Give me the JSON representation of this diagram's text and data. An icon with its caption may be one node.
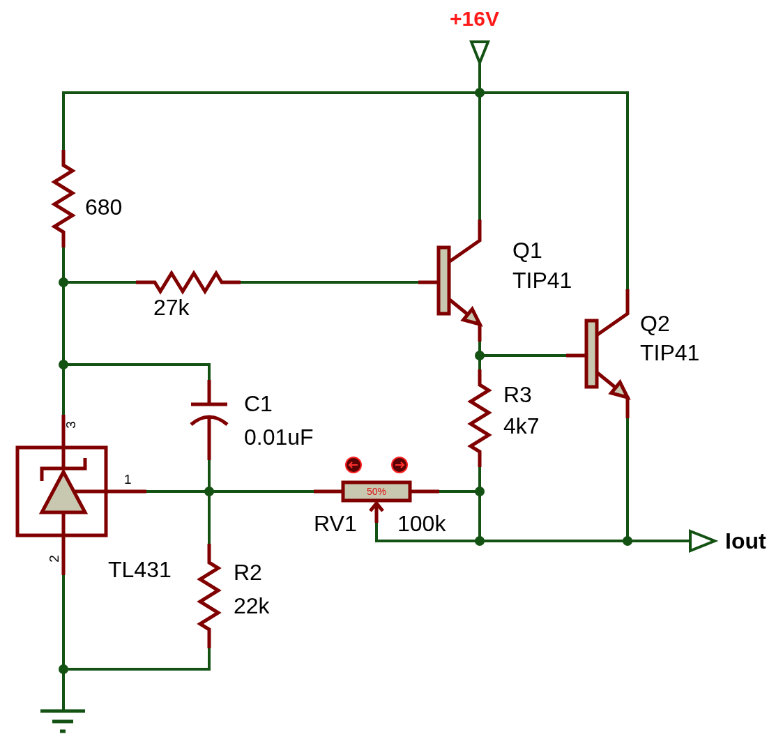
{
  "diagram": {
    "nodes": [
      {
        "text": [
          "+16V"
        ]
      },
      {
        "text": [
          "680"
        ]
      },
      {
        "text": [
          "27k"
        ]
      },
      {
        "text": [
          "Q1",
          "TIP41"
        ]
      },
      {
        "text": [
          "Q2",
          "TIP41"
        ]
      },
      {
        "text": [
          "C1",
          "0.01uF"
        ]
      },
      {
        "text": [
          "R3",
          "4k7"
        ]
      },
      {
        "text": [
          "TL431"
        ]
      },
      {
        "text": [
          "50%",
          "RV1",
          "100k"
        ]
      },
      {
        "text": [
          "Iout"
        ]
      },
      {
        "text": [
          "R2",
          "22k"
        ]
      },
      {
        "text": [],
        "shape": "ground"
      },
      {
        "text": [],
        "shape": "circle"
      },
      {
        "text": [],
        "shape": "circle"
      },
      {
        "text": [],
        "shape": "circle"
      },
      {
        "text": [],
        "shape": "circle"
      },
      {
        "text": [],
        "shape": "circle"
      },
      {
        "text": [],
        "shape": "circle"
      },
      {
        "text": [],
        "shape": "circle"
      },
      {
        "text": [],
        "shape": "circle"
      },
      {
        "text": [],
        "shape": "circle"
      }
    ],
    "edges": [
      {
        "from": 0,
        "to": 12,
        "arrow": "none"
      },
      {
        "from": 12,
        "to": 3,
        "arrow": "none"
      },
      {
        "from": 12,
        "to": 1,
        "arrow": "none"
      },
      {
        "from": 12,
        "to": 4,
        "arrow": "none"
      },
      {
        "from": 1,
        "to": 13,
        "arrow": "none"
      },
      {
        "from": 13,
        "to": 2,
        "arrow": "none"
      },
      {
        "from": 2,
        "to": 3,
        "arrow": "none"
      },
      {
        "from": 13,
        "to": 14,
        "arrow": "none"
      },
      {
        "from": 14,
        "to": 5,
        "arrow": "none"
      },
      {
        "from": 14,
        "to": 7,
        "arrow": "none"
      },
      {
        "from": 3,
        "to": 15,
        "arrow": "none"
      },
      {
        "from": 15,
        "to": 4,
        "arrow": "none"
      },
      {
        "from": 15,
        "to": 6,
        "arrow": "none"
      },
      {
        "from": 5,
        "to": 16,
        "arrow": "none"
      },
      {
        "from": 7,
        "to": 16,
        "arrow": "none"
      },
      {
        "from": 16,
        "to": 8,
        "arrow": "none"
      },
      {
        "from": 8,
        "to": 17,
        "arrow": "none"
      },
      {
        "from": 6,
        "to": 17,
        "arrow": "none"
      },
      {
        "from": 17,
        "to": 18,
        "arrow": "none"
      },
      {
        "from": 8,
        "to": 18,
        "arrow": "none"
      },
      {
        "from": 18,
        "to": 19,
        "arrow": "none"
      },
      {
        "from": 4,
        "to": 19,
        "arrow": "none"
      },
      {
        "from": 19,
        "to": 9,
        "arrow": "none"
      },
      {
        "from": 16,
        "to": 10,
        "arrow": "none"
      },
      {
        "from": 10,
        "to": 20,
        "arrow": "none"
      },
      {
        "from": 7,
        "to": 20,
        "arrow": "none"
      },
      {
        "from": 20,
        "to": 11,
        "arrow": "none"
      }
    ],
    "labels": [
      "3",
      "1",
      "2"
    ]
  }
}
